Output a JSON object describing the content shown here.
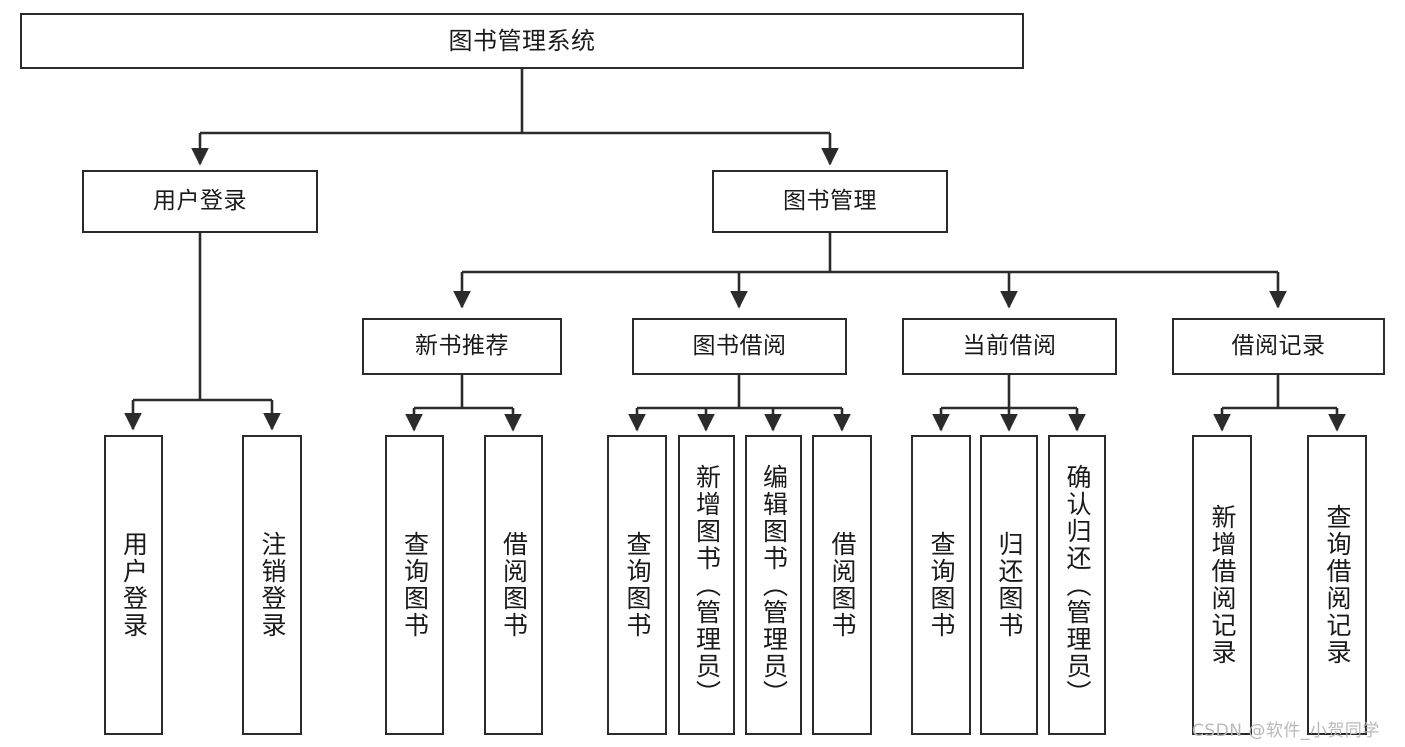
{
  "diagram": {
    "type": "tree-hierarchy",
    "title": "图书管理系统",
    "orientation": "top-down",
    "colors": {
      "node_border": "#2b2b2b",
      "node_fill": "#ffffff",
      "edge": "#2b2b2b",
      "text": "#1a1a1a",
      "watermark": "#b9b9b9",
      "background": "#ffffff"
    },
    "nodes": {
      "root": {
        "label": "图书管理系统",
        "level": 0
      },
      "level2": [
        {
          "id": "user-login",
          "label": "用户登录"
        },
        {
          "id": "book-manage",
          "label": "图书管理"
        }
      ],
      "level3": [
        {
          "id": "new-book-recommend",
          "label": "新书推荐"
        },
        {
          "id": "book-borrow",
          "label": "图书借阅"
        },
        {
          "id": "current-borrow",
          "label": "当前借阅"
        },
        {
          "id": "borrow-record",
          "label": "借阅记录"
        }
      ],
      "leaves": {
        "user-login": [
          {
            "id": "leaf-user-login",
            "label": "用户登录"
          },
          {
            "id": "leaf-logout-login",
            "label": "注销登录"
          }
        ],
        "new-book-recommend": [
          {
            "id": "leaf-query-book-1",
            "label": "查询图书"
          },
          {
            "id": "leaf-borrow-book-1",
            "label": "借阅图书"
          }
        ],
        "book-borrow": [
          {
            "id": "leaf-query-book-2",
            "label": "查询图书"
          },
          {
            "id": "leaf-add-book-admin",
            "label": "新增图书（管理员）"
          },
          {
            "id": "leaf-edit-book-admin",
            "label": "编辑图书（管理员）"
          },
          {
            "id": "leaf-borrow-book-2",
            "label": "借阅图书"
          }
        ],
        "current-borrow": [
          {
            "id": "leaf-query-book-3",
            "label": "查询图书"
          },
          {
            "id": "leaf-return-book",
            "label": "归还图书"
          },
          {
            "id": "leaf-confirm-return-admin",
            "label": "确认归还（管理员）"
          }
        ],
        "borrow-record": [
          {
            "id": "leaf-add-borrow-record",
            "label": "新增借阅记录"
          },
          {
            "id": "leaf-query-borrow-record",
            "label": "查询借阅记录"
          }
        ]
      }
    },
    "watermark": "CSDN @软件_小贺同学"
  }
}
